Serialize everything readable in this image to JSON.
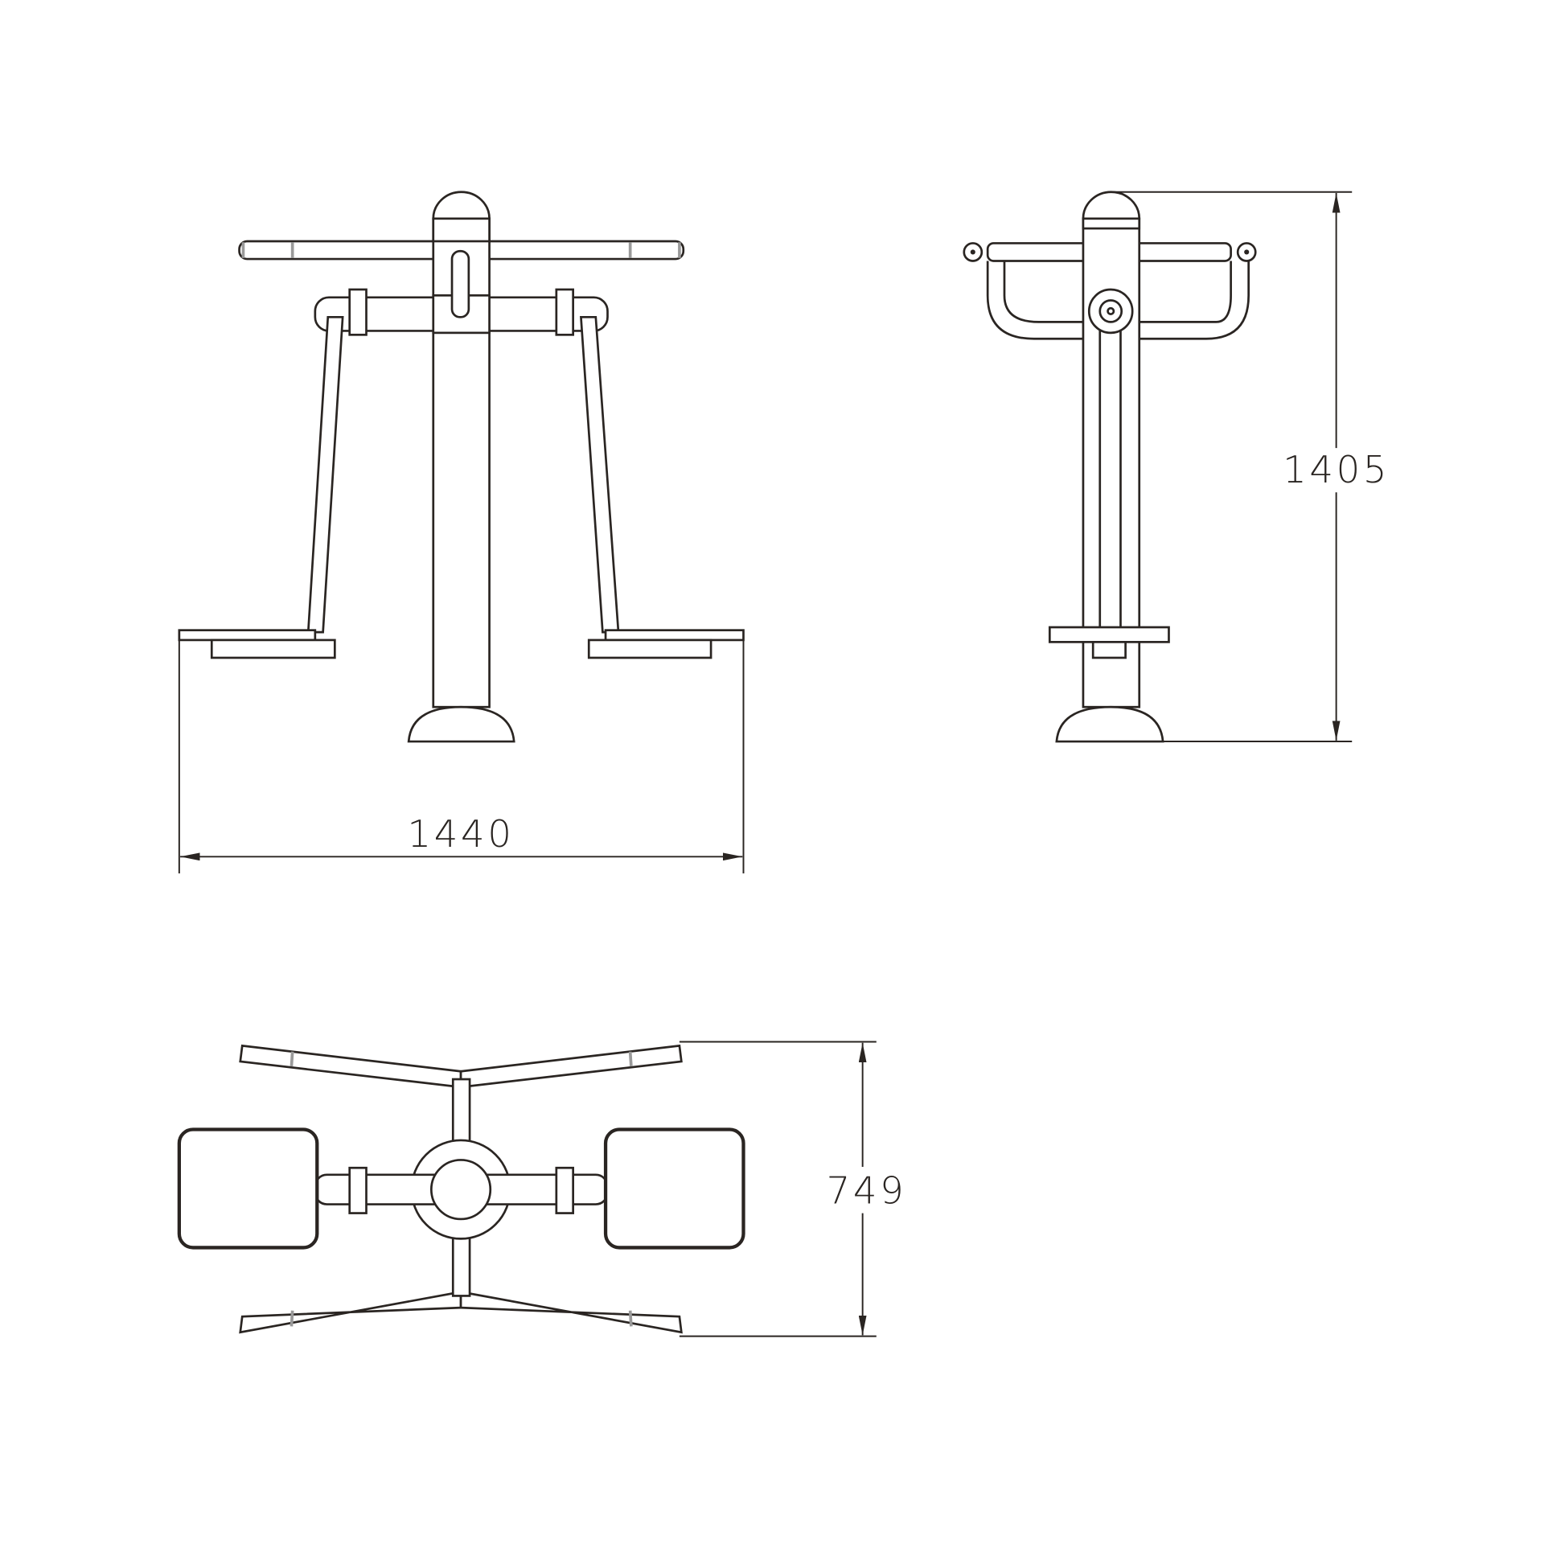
{
  "drawing": {
    "views": [
      "front-view",
      "side-view",
      "top-view"
    ],
    "line_color": "#2a2522",
    "background": "#ffffff"
  },
  "dimensions": {
    "width": "1440",
    "height": "1405",
    "depth": "749"
  }
}
